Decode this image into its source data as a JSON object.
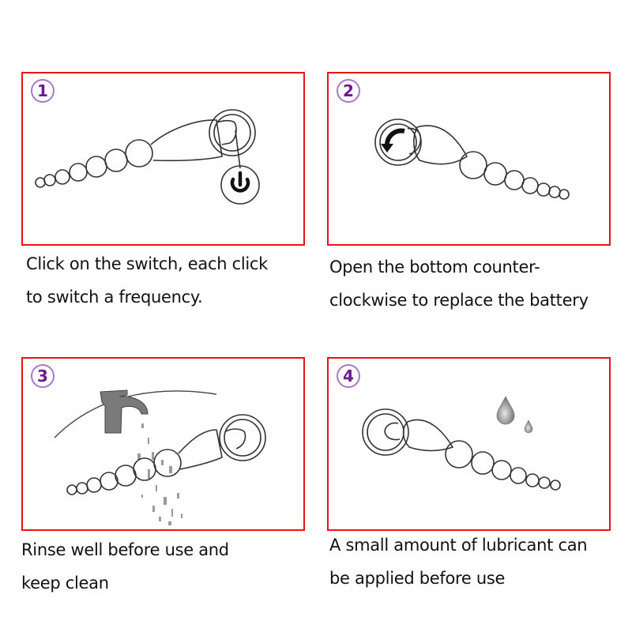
{
  "accent_colors": {
    "border": "#e8141c",
    "badge_ring": "#a978c6",
    "badge_text": "#6a1a8c"
  },
  "steps": [
    {
      "number": "1",
      "icons": [
        "bead-toy-illustration",
        "power-icon"
      ],
      "caption_lines": [
        "Click on the switch, each click",
        "to switch a frequency."
      ]
    },
    {
      "number": "2",
      "icons": [
        "bead-toy-illustration",
        "counterclockwise-arrow-icon"
      ],
      "caption_lines": [
        "Open the bottom counter-",
        "clockwise to replace the battery"
      ]
    },
    {
      "number": "3",
      "icons": [
        "faucet-icon",
        "water-splash-icon",
        "bead-toy-illustration"
      ],
      "caption_lines": [
        "Rinse well before use and",
        "keep clean"
      ]
    },
    {
      "number": "4",
      "icons": [
        "bead-toy-illustration",
        "water-drop-icon"
      ],
      "caption_lines": [
        "A small amount of lubricant can",
        "be applied before use"
      ]
    }
  ]
}
